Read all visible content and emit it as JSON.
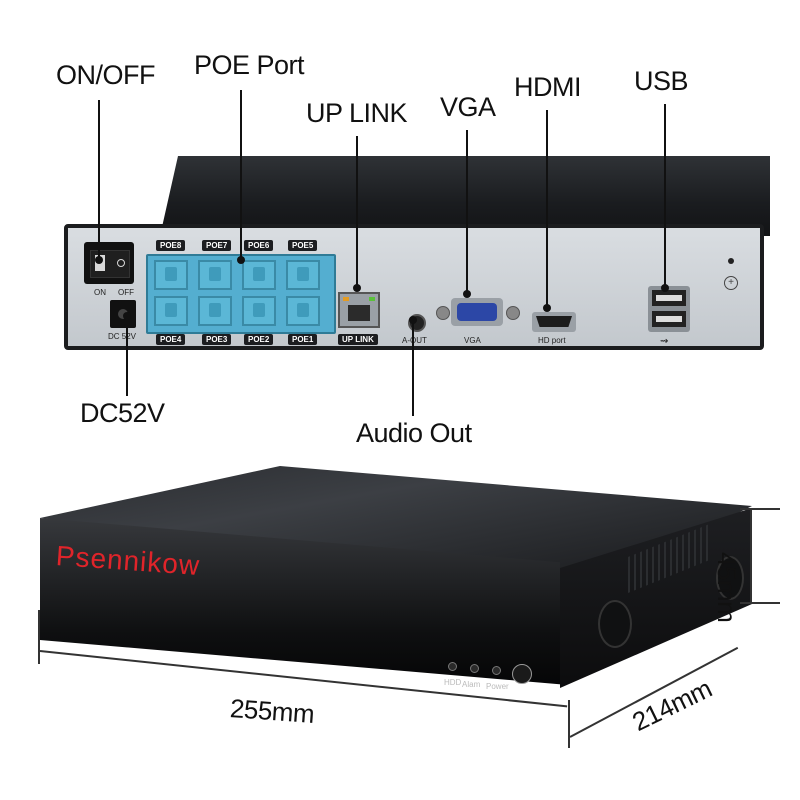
{
  "callouts": {
    "on_off": "ON/OFF",
    "poe_port": "POE Port",
    "up_link": "UP LINK",
    "vga": "VGA",
    "hdmi": "HDMI",
    "usb": "USB",
    "dc52v": "DC52V",
    "audio_out": "Audio Out"
  },
  "panel": {
    "poe_top": [
      "POE8",
      "POE7",
      "POE6",
      "POE5"
    ],
    "poe_bottom": [
      "POE4",
      "POE3",
      "POE2",
      "POE1"
    ],
    "on": "ON",
    "off": "OFF",
    "dc": "DC 52V",
    "uplink": "UP LINK",
    "aout": "A-OUT",
    "vga": "VGA",
    "hdport": "HD port"
  },
  "device": {
    "brand": "Psennikow",
    "indicators": [
      "HDD",
      "Alam",
      "Power"
    ]
  },
  "dimensions": {
    "width": "255mm",
    "depth": "214mm",
    "height": "45mm"
  },
  "colors": {
    "brand_red": "#e0242a",
    "poe_port": "#5bb7d6",
    "panel": "#c9ced3"
  }
}
